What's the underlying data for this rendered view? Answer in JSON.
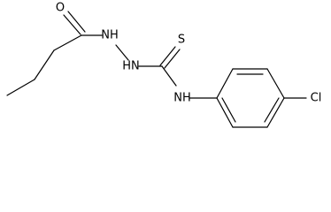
{
  "structure": {
    "atoms": {
      "oxygen": "O",
      "sulfur": "S",
      "nh_hydrazide": "NH",
      "hn_hydrazine": "HN",
      "nh_amine": "NH",
      "chlorine": "Cl"
    }
  }
}
